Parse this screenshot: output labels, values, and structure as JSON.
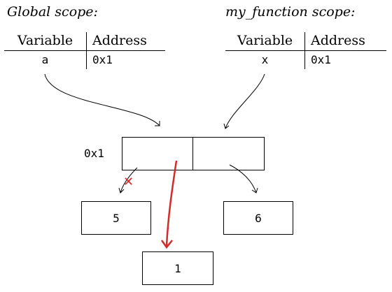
{
  "global_scope": {
    "title": "Global scope:",
    "headers": [
      "Variable",
      "Address"
    ],
    "rows": [
      {
        "variable": "a",
        "address": "0x1"
      }
    ]
  },
  "function_scope": {
    "title": "my_function scope:",
    "headers": [
      "Variable",
      "Address"
    ],
    "rows": [
      {
        "variable": "x",
        "address": "0x1"
      }
    ]
  },
  "memory": {
    "address_label": "0x1",
    "values": [
      "5",
      "6",
      "1"
    ]
  },
  "colors": {
    "ink": "#000000",
    "highlight": "#d42a2a"
  },
  "marks": {
    "strike": "✕"
  }
}
